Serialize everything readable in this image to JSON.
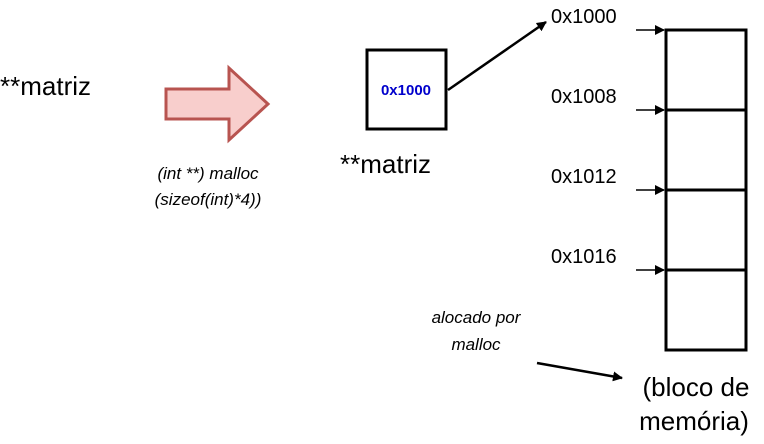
{
  "diagram": {
    "source_label": "**matriz",
    "malloc_call_line1": "(int **) malloc",
    "malloc_call_line2": "(sizeof(int)*4))",
    "pointer_value": "0x1000",
    "pointer_label": "**matriz",
    "addresses": [
      "0x1000",
      "0x1008",
      "0x1012",
      "0x1016"
    ],
    "allocated_note_line1": "alocado por",
    "allocated_note_line2": "malloc",
    "block_label_line1": "(bloco de",
    "block_label_line2": "memória)",
    "colors": {
      "arrow_fill": "#f8cecc",
      "arrow_stroke": "#b85450",
      "pointer_text": "#0000cc",
      "stroke": "#000000"
    }
  }
}
